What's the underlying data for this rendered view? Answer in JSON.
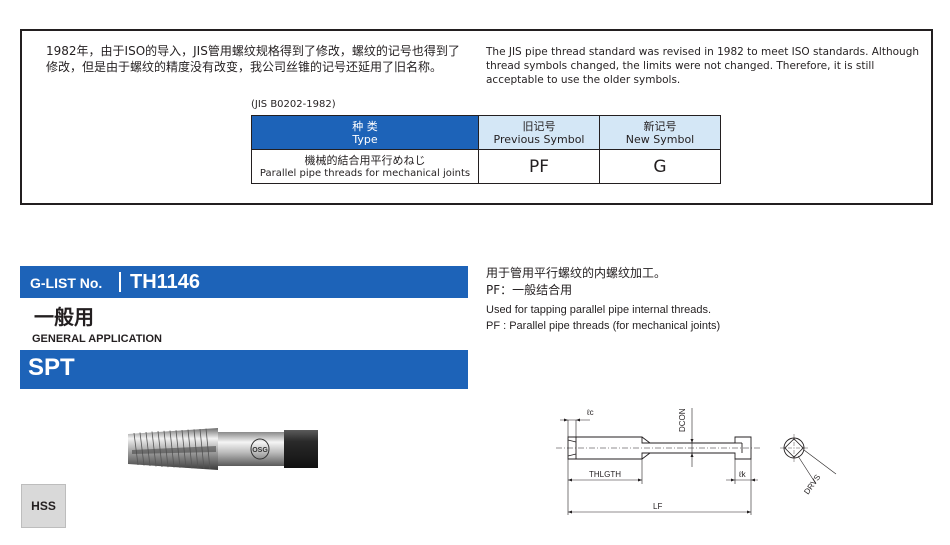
{
  "notice": {
    "cn_text": "1982年，由于ISO的导入，JIS管用螺纹规格得到了修改，螺纹的记号也得到了修改，但是由于螺纹的精度没有改变，我公司丝锥的记号还延用了旧名称。",
    "en_text": "The JIS pipe thread standard was revised in 1982 to meet ISO standards. Although thread symbols changed, the limits were not changed. Therefore, it is still acceptable to use the older symbols.",
    "standard_ref": "(JIS B0202-1982)",
    "table": {
      "headers": [
        {
          "cn": "种 类",
          "en": "Type"
        },
        {
          "cn": "旧记号",
          "en": "Previous Symbol"
        },
        {
          "cn": "新记号",
          "en": "New Symbol"
        }
      ],
      "row": {
        "type_jp": "機械的結合用平行めねじ",
        "type_en": "Parallel pipe threads for mechanical joints",
        "previous": "PF",
        "new": "G"
      }
    }
  },
  "product": {
    "glist_label": "G-LIST No.",
    "glist_code": "TH1146",
    "application_cn": "一般用",
    "application_en": "GENERAL APPLICATION",
    "series": "SPT"
  },
  "description": {
    "cn_line1": "用于管用平行螺纹的内螺纹加工。",
    "cn_line2": "PF：一般结合用",
    "en_line1": "Used for tapping parallel pipe internal threads.",
    "en_line2": "PF : Parallel pipe threads (for mechanical joints)"
  },
  "material_badge": "HSS",
  "tool_logo": "OSG",
  "drawing": {
    "lc": "ℓc",
    "dcon": "DCON",
    "thlgth": "THLGTH",
    "lk": "ℓk",
    "lf": "LF",
    "drvs": "DRVS"
  },
  "colors": {
    "brand_blue": "#1d63b8",
    "header_light_blue": "#d4e7f6",
    "badge_gray": "#d9d9d9"
  }
}
